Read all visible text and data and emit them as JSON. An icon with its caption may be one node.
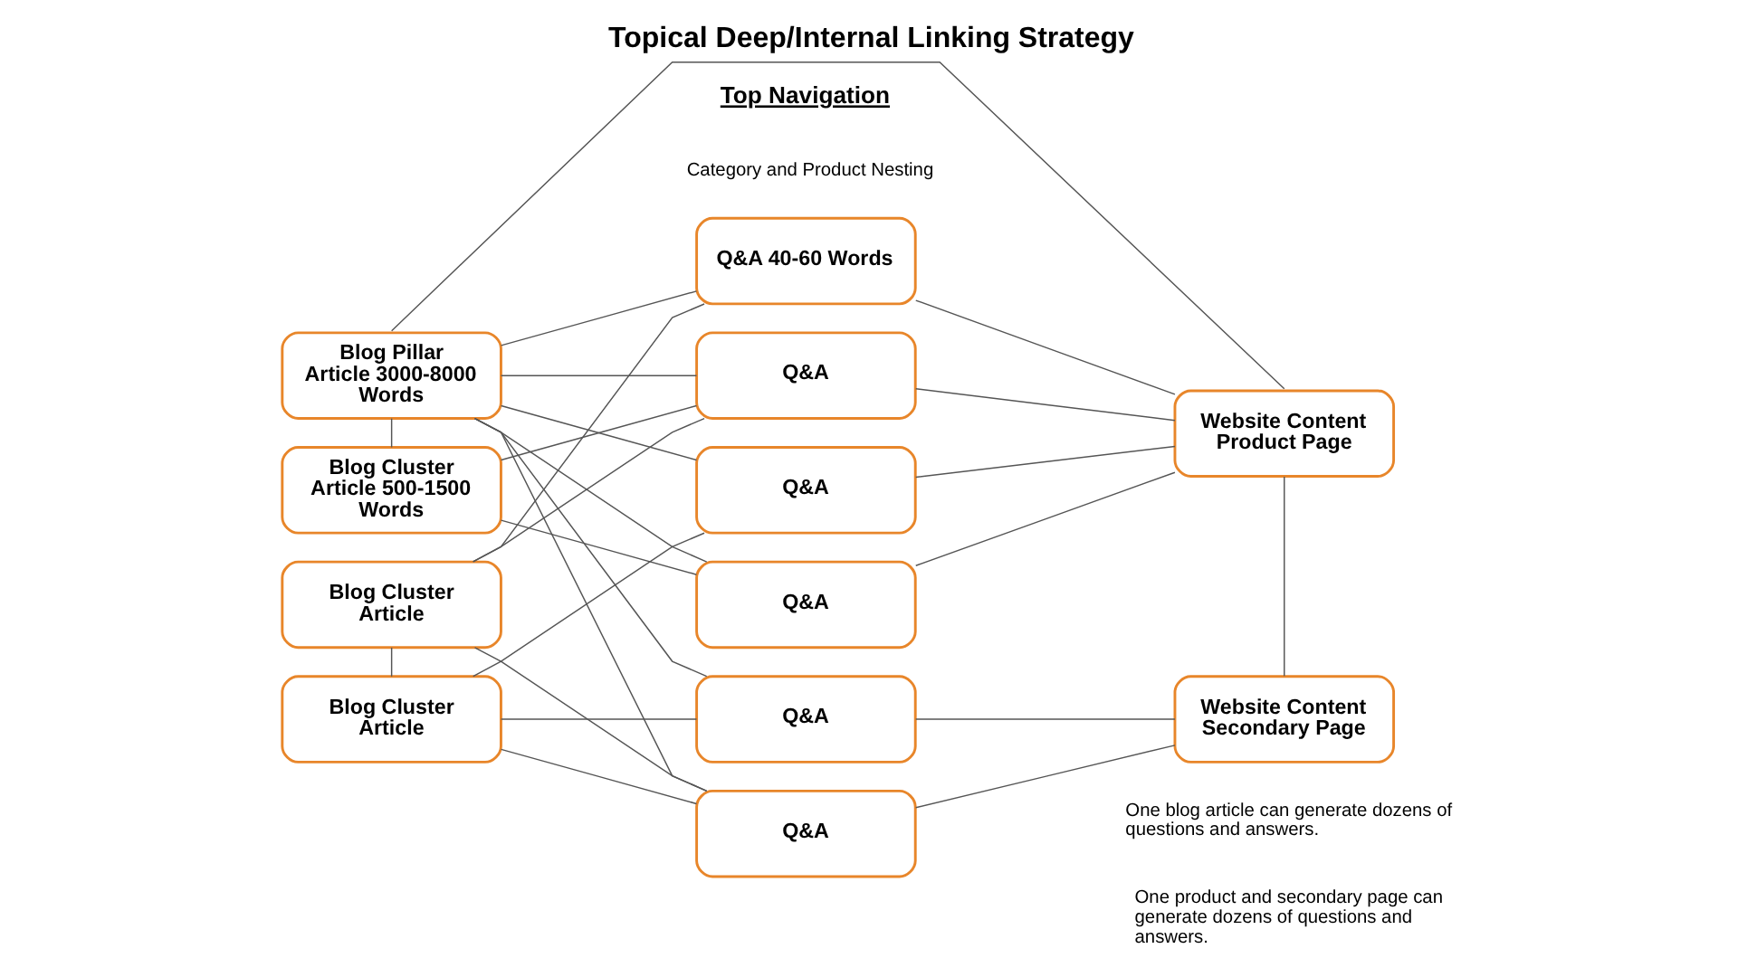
{
  "diagram": {
    "title": "Topical Deep/Internal Linking Strategy",
    "nodes": [
      {
        "text": [
          "Blog Pillar Article 3000-8000 Words"
        ]
      },
      {
        "text": [
          "Blog Cluster Article 500-1500 Words"
        ]
      },
      {
        "text": [
          "Blog Cluster Article"
        ]
      },
      {
        "text": [
          "Blog Cluster Article"
        ]
      },
      {
        "text": [
          "Q&A 40-60 Words"
        ]
      },
      {
        "text": [
          "Q&A"
        ]
      },
      {
        "text": [
          "Q&A"
        ]
      },
      {
        "text": [
          "Q&A"
        ]
      },
      {
        "text": [
          "Q&A"
        ]
      },
      {
        "text": [
          "Q&A"
        ]
      },
      {
        "text": [
          "Website Content Product Page"
        ]
      },
      {
        "text": [
          "Website Content Secondary Page"
        ]
      }
    ],
    "edges": [
      {
        "from": 0,
        "to": 10,
        "arrow": "none"
      },
      {
        "from": 0,
        "to": 1,
        "arrow": "none"
      },
      {
        "from": 2,
        "to": 3,
        "arrow": "none"
      },
      {
        "from": 10,
        "to": 11,
        "arrow": "none"
      },
      {
        "from": 0,
        "to": 4,
        "arrow": "none"
      },
      {
        "from": 0,
        "to": 5,
        "arrow": "none"
      },
      {
        "from": 0,
        "to": 6,
        "arrow": "none"
      },
      {
        "from": 0,
        "to": 7,
        "arrow": "none"
      },
      {
        "from": 0,
        "to": 8,
        "arrow": "none"
      },
      {
        "from": 0,
        "to": 9,
        "arrow": "none"
      },
      {
        "from": 1,
        "to": 5,
        "arrow": "none"
      },
      {
        "from": 1,
        "to": 7,
        "arrow": "none"
      },
      {
        "from": 2,
        "to": 4,
        "arrow": "none"
      },
      {
        "from": 2,
        "to": 5,
        "arrow": "none"
      },
      {
        "from": 2,
        "to": 9,
        "arrow": "none"
      },
      {
        "from": 3,
        "to": 6,
        "arrow": "none"
      },
      {
        "from": 3,
        "to": 8,
        "arrow": "none"
      },
      {
        "from": 3,
        "to": 9,
        "arrow": "none"
      },
      {
        "from": 4,
        "to": 10,
        "arrow": "none"
      },
      {
        "from": 5,
        "to": 10,
        "arrow": "none"
      },
      {
        "from": 6,
        "to": 10,
        "arrow": "none"
      },
      {
        "from": 7,
        "to": 10,
        "arrow": "none"
      },
      {
        "from": 8,
        "to": 11,
        "arrow": "none"
      },
      {
        "from": 9,
        "to": 11,
        "arrow": "none"
      }
    ],
    "labels": [
      "Top Navigation",
      "Category and Product Nesting",
      "One blog article can generate dozens of questions and answers.",
      "One product and secondary page can generate dozens of questions and answers."
    ]
  }
}
